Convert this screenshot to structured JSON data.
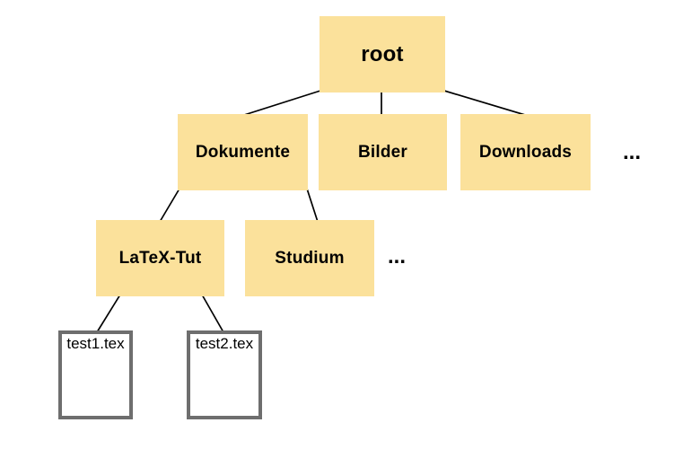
{
  "diagram_type": "file-system-tree",
  "palette": {
    "background": "#ffffff",
    "folder_fill": "#FBE19B",
    "file_fill": "#ffffff",
    "file_border": "#6E6E6E",
    "edge_color": "#000000",
    "text_color": "#000000"
  },
  "tree": {
    "root": {
      "label": "root"
    },
    "level2": [
      {
        "label": "Dokumente"
      },
      {
        "label": "Bilder"
      },
      {
        "label": "Downloads"
      }
    ],
    "level2_ellipsis": "...",
    "level3": [
      {
        "label": "LaTeX-Tut"
      },
      {
        "label": "Studium"
      }
    ],
    "level3_ellipsis": "...",
    "files": [
      {
        "label": "test1.tex"
      },
      {
        "label": "test2.tex"
      }
    ]
  },
  "edges": [
    {
      "from": "root",
      "to": "Dokumente"
    },
    {
      "from": "root",
      "to": "Bilder"
    },
    {
      "from": "root",
      "to": "Downloads"
    },
    {
      "from": "Dokumente",
      "to": "LaTeX-Tut"
    },
    {
      "from": "Dokumente",
      "to": "Studium"
    },
    {
      "from": "LaTeX-Tut",
      "to": "test1.tex"
    },
    {
      "from": "LaTeX-Tut",
      "to": "test2.tex"
    }
  ]
}
